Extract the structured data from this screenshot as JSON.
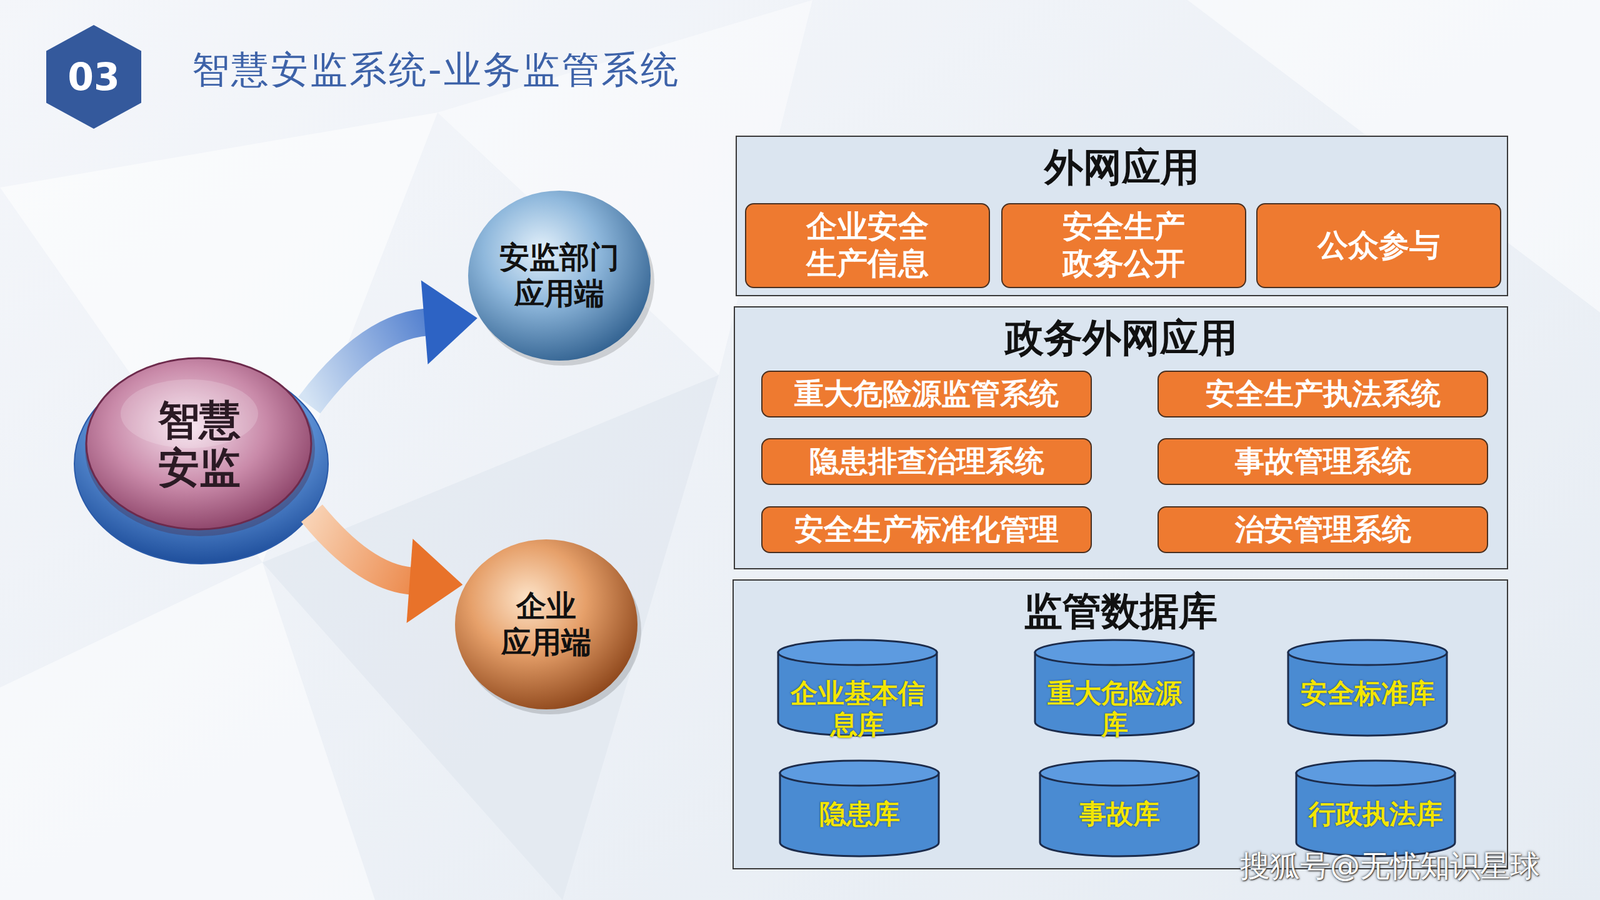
{
  "diagram": {
    "title": "智慧安监系统-业务监管系统",
    "nodes": [
      {
        "text": [
          "03"
        ]
      },
      {
        "text": [
          "智慧 安监"
        ]
      },
      {
        "text": [
          "安监部门 应用端"
        ]
      },
      {
        "text": [
          "企业 应用端"
        ]
      },
      {
        "text": [
          "外网应用"
        ]
      },
      {
        "text": [
          "企业安全 生产信息"
        ],
        "in": 4
      },
      {
        "text": [
          "安全生产 政务公开"
        ],
        "in": 4
      },
      {
        "text": [
          "公众参与"
        ],
        "in": 4
      },
      {
        "text": [
          "政务外网应用"
        ]
      },
      {
        "text": [
          "重大危险源监管系统"
        ],
        "in": 8
      },
      {
        "text": [
          "安全生产执法系统"
        ],
        "in": 8
      },
      {
        "text": [
          "隐患排查治理系统"
        ],
        "in": 8
      },
      {
        "text": [
          "事故管理系统"
        ],
        "in": 8
      },
      {
        "text": [
          "安全生产标准化管理"
        ],
        "in": 8
      },
      {
        "text": [
          "治安管理系统"
        ],
        "in": 8
      },
      {
        "text": [
          "监管数据库"
        ]
      },
      {
        "text": [
          "企业基本信 息库"
        ],
        "in": 15
      },
      {
        "text": [
          "重大危险源 库"
        ],
        "in": 15
      },
      {
        "text": [
          "安全标准库"
        ],
        "in": 15
      },
      {
        "text": [
          "隐患库"
        ],
        "in": 15
      },
      {
        "text": [
          "事故库"
        ],
        "in": 15
      },
      {
        "text": [
          "行政执法库"
        ],
        "in": 15
      }
    ],
    "edges": [
      {
        "from": 1,
        "to": 2,
        "arrow": "to"
      },
      {
        "from": 1,
        "to": 3,
        "arrow": "to"
      }
    ],
    "labels": [
      "搜狐号@无忧知识星球"
    ]
  }
}
